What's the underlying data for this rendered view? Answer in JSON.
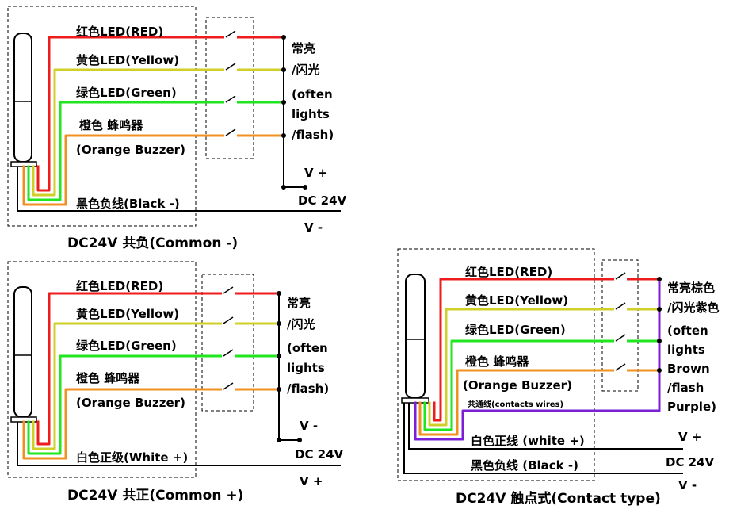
{
  "colors": {
    "red": "#ee1c1c",
    "yellow": "#cfcf28",
    "green": "#1fe61f",
    "orange": "#f09020",
    "black": "#000000",
    "purple": "#7b1fd6"
  },
  "common_negative": {
    "caption": "DC24V 共负(Common -)",
    "red": "红色LED(RED)",
    "yellow": "黄色LED(Yellow)",
    "green": "绿色LED(Green)",
    "orange_1": "橙色 蜂鸣器",
    "orange_2": "(Orange Buzzer)",
    "black": "黑色负线(Black -)",
    "state_1": "常亮",
    "state_2": "/闪光",
    "state_3": "(often",
    "state_4": "lights",
    "state_5": "/flash)",
    "v_top": "V +",
    "dc": "DC 24V",
    "v_bottom": "V -"
  },
  "common_positive": {
    "caption": "DC24V 共正(Common +)",
    "red": "红色LED(RED)",
    "yellow": "黄色LED(Yellow)",
    "green": "绿色LED(Green)",
    "orange_1": "橙色 蜂鸣器",
    "orange_2": "(Orange Buzzer)",
    "white": "白色正级(White +)",
    "state_1": "常亮",
    "state_2": "/闪光",
    "state_3": "(often",
    "state_4": "lights",
    "state_5": "/flash)",
    "v_top": "V -",
    "dc": "DC 24V",
    "v_bottom": "V +"
  },
  "contact_type": {
    "caption": "DC24V 触点式(Contact type)",
    "red": "红色LED(RED)",
    "yellow": "黄色LED(Yellow)",
    "green": "绿色LED(Green)",
    "orange_1": "橙色 蜂鸣器",
    "orange_2": "(Orange Buzzer)",
    "contacts": "共通线(contacts wires)",
    "white": "白色正线 (white +)",
    "black": "黑色负线 (Black -)",
    "state_1": "常亮棕色",
    "state_2": "/闪光紫色",
    "state_3": "(often",
    "state_4": "lights",
    "state_5": "Brown",
    "state_6": "/flash",
    "state_7": "Purple)",
    "v_top": "V +",
    "dc": "DC 24V",
    "v_bottom": "V -"
  }
}
